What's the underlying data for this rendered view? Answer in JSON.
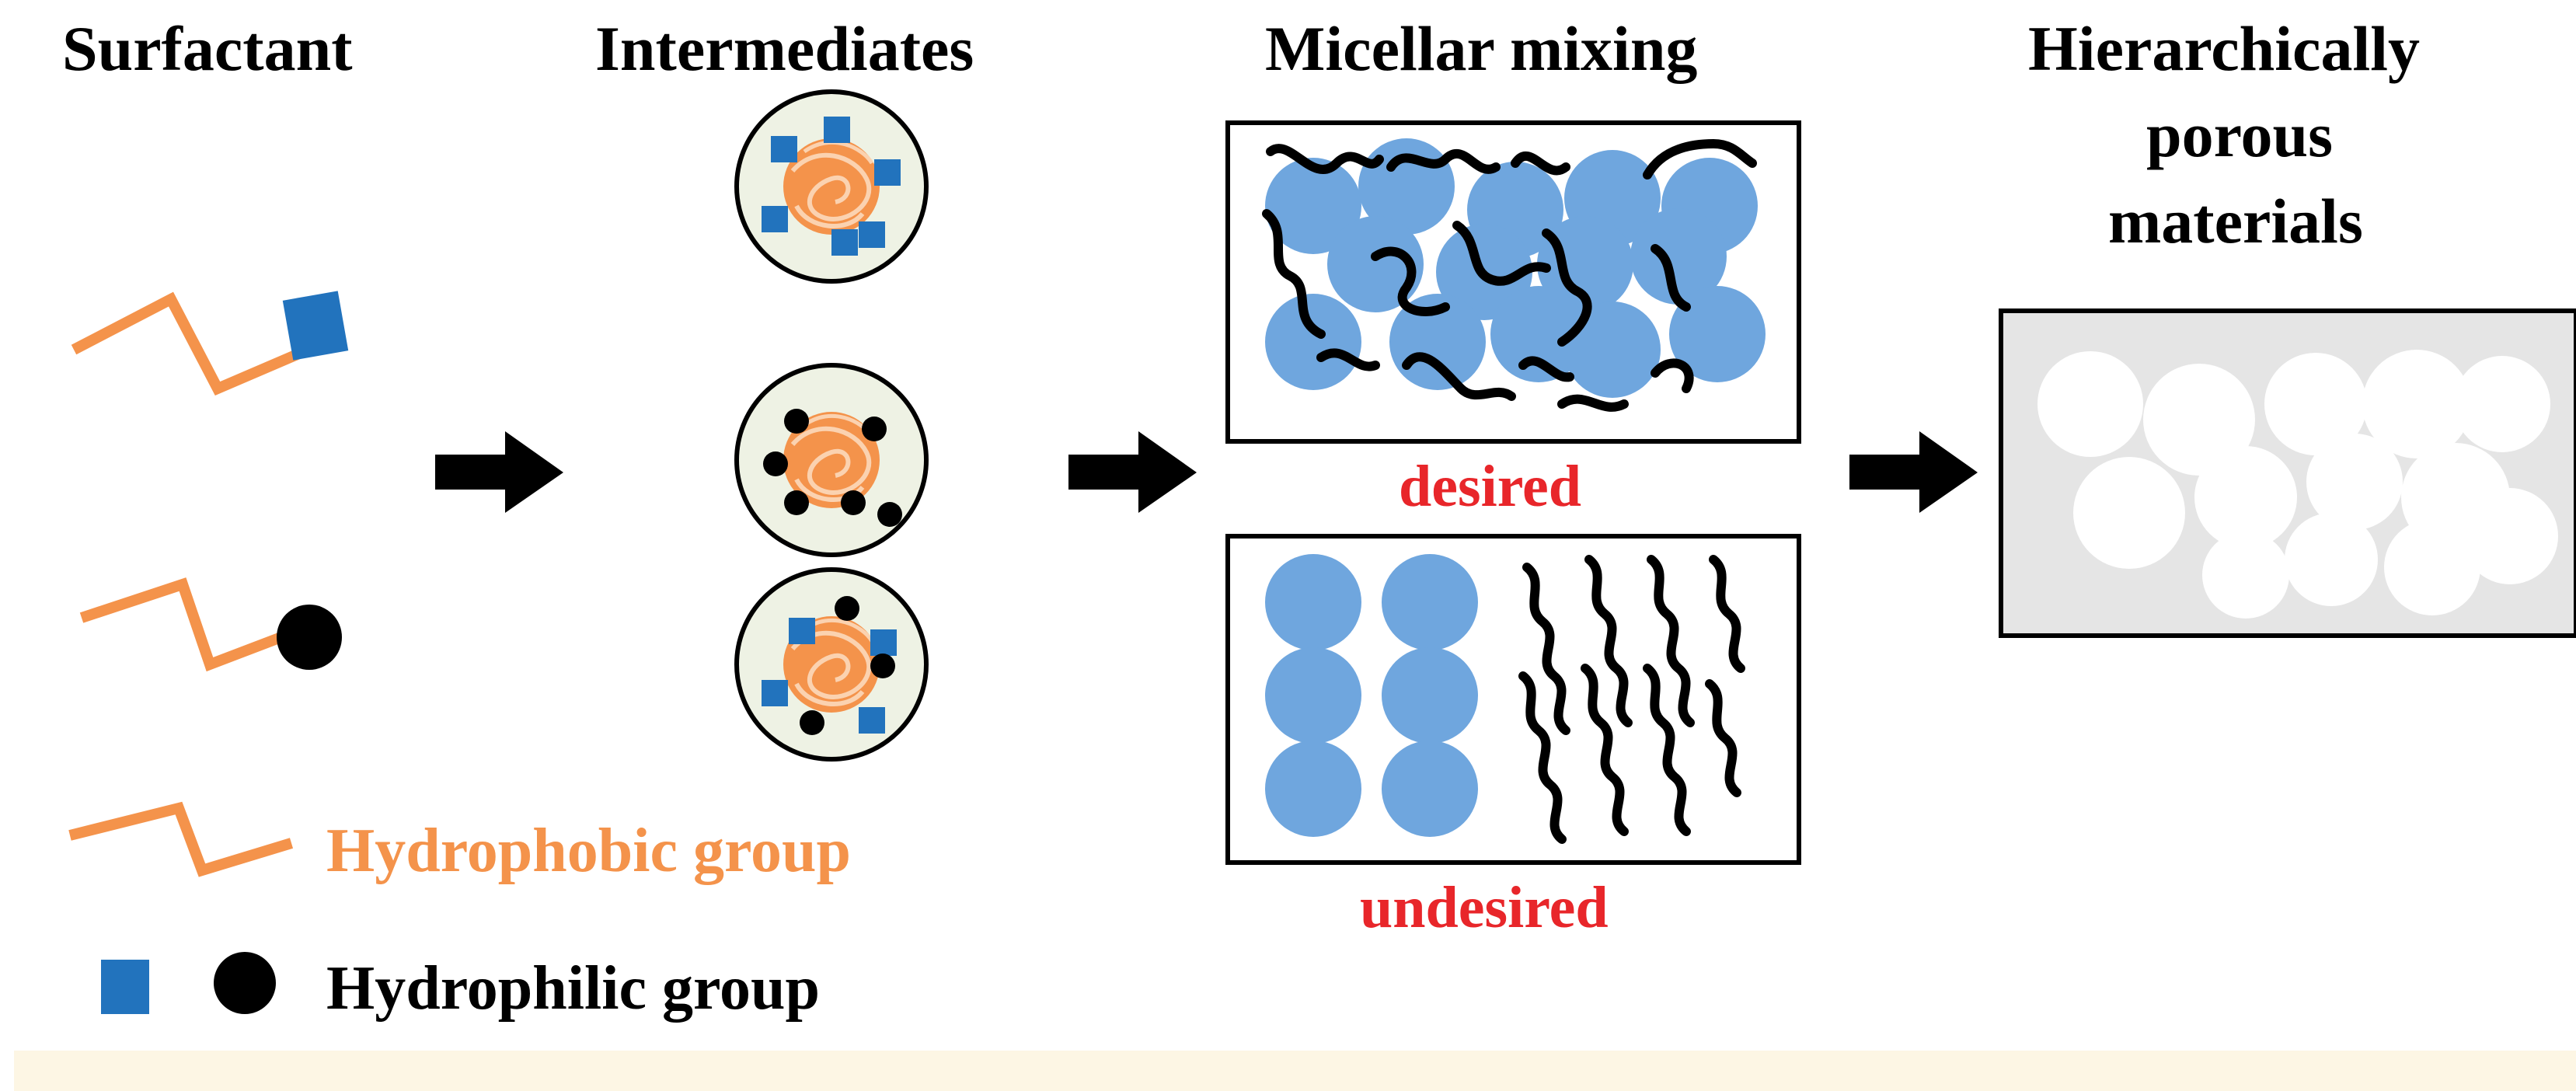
{
  "headers": {
    "surfactant": "Surfactant",
    "intermediates": "Intermediates",
    "micellar_mixing": "Micellar mixing",
    "hierarchical": [
      "Hierarchically",
      "porous",
      "materials"
    ]
  },
  "labels": {
    "desired": "desired",
    "undesired": "undesired"
  },
  "legend": {
    "hydrophobic": "Hydrophobic group",
    "hydrophilic": "Hydrophilic group"
  },
  "colors": {
    "hydrophobic": "#f4934b",
    "hydrophilic_square": "#2273bd",
    "hydrophilic_circle": "#000000",
    "micelle": "#6fa6de",
    "intermediate_bg": "#eef2e4",
    "porous_bg": "#e5e5e5",
    "footer": "#fdf6e4",
    "label_red": "#e8262a"
  }
}
